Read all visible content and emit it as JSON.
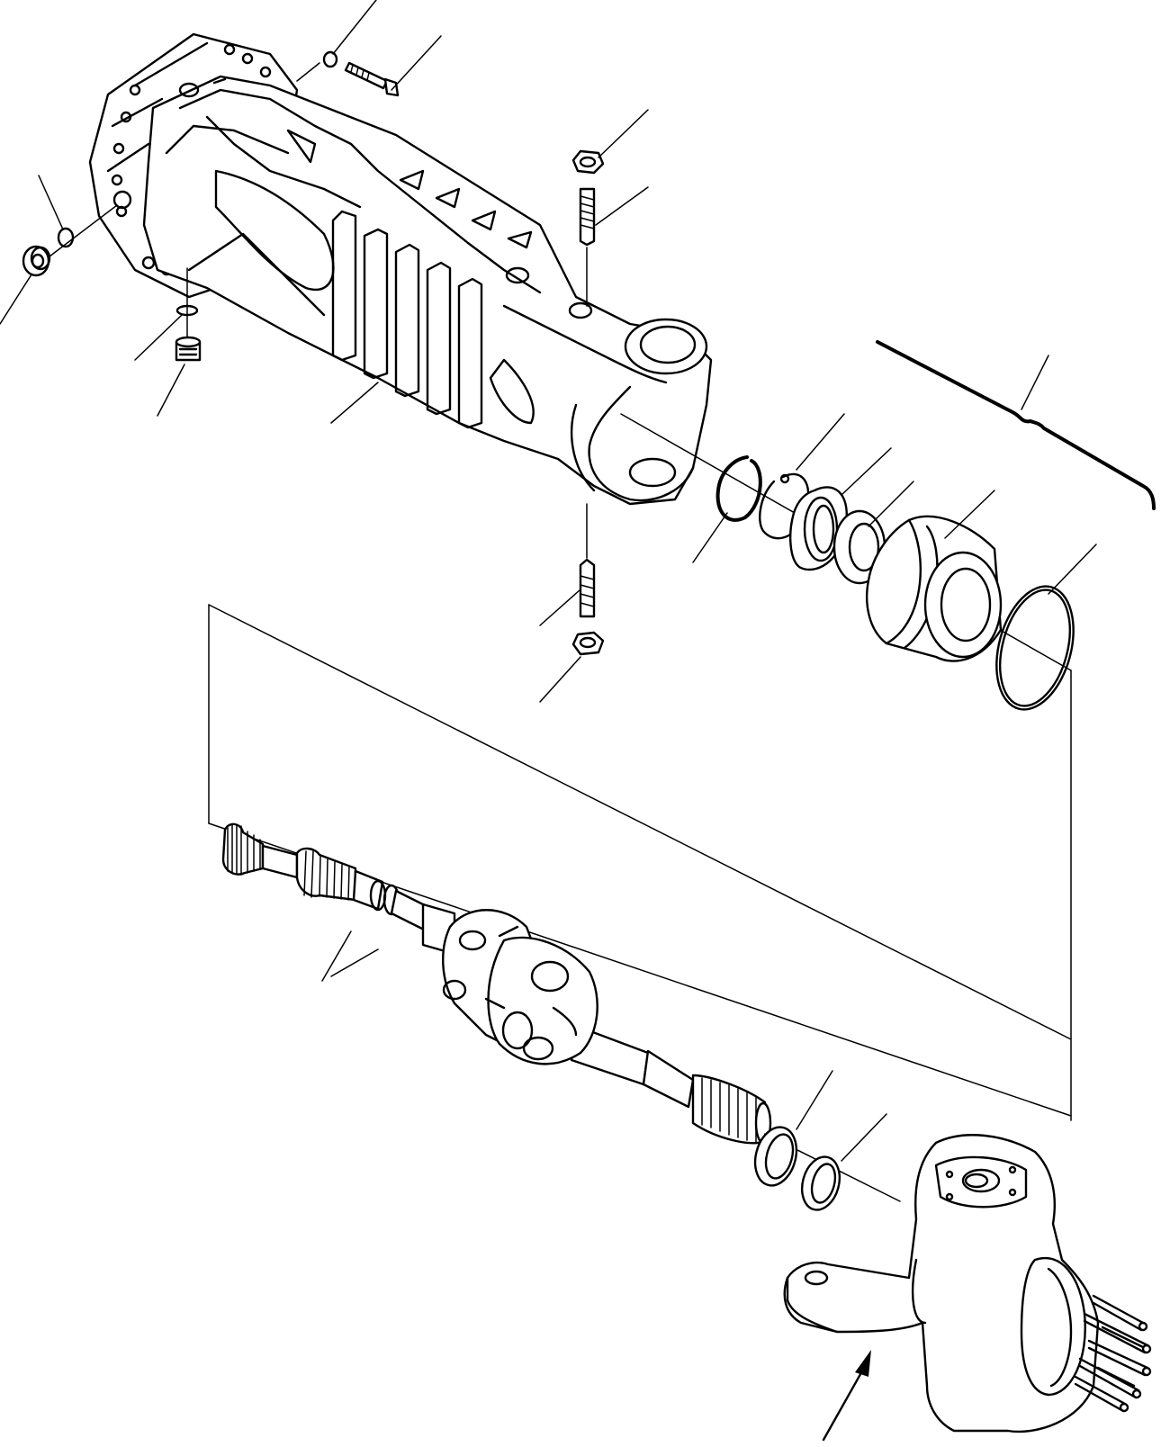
{
  "diagram": {
    "type": "exploded-parts-view",
    "colors": {
      "ink": "#000000",
      "background": "#ffffff"
    },
    "parts": [
      "axle-housing",
      "filler-plug",
      "plug-o-ring",
      "drain-plug",
      "drain-o-ring",
      "housing-bolt",
      "bolt-washer",
      "upper-nut",
      "upper-stud",
      "lower-stud",
      "lower-nut",
      "snap-ring",
      "retaining-ring",
      "bearing",
      "seal",
      "bushing",
      "bushing-o-ring",
      "drive-shaft",
      "universal-joint",
      "thrust-washer-1",
      "thrust-washer-2",
      "steering-knuckle"
    ]
  }
}
